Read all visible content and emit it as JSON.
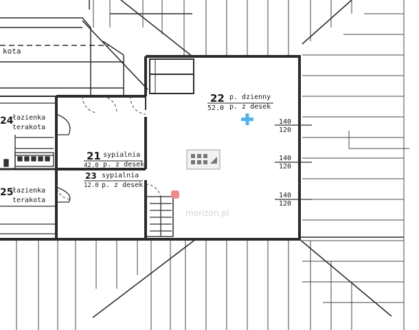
{
  "rooms": [
    {
      "id": "r22",
      "number": "22",
      "name": "p. dzienny",
      "area": "52.0",
      "floor": "p. z desek"
    },
    {
      "id": "r21",
      "number": "21",
      "name": "sypialnia",
      "area": "42.0",
      "floor": "p. z desek"
    },
    {
      "id": "r23",
      "number": "23",
      "name": "sypialnia",
      "area": "12.0",
      "floor": "p. z desek"
    },
    {
      "id": "r24",
      "number": "24",
      "name": "łazienka",
      "floor": "terakota"
    },
    {
      "id": "r25",
      "number": "25",
      "name": "łazienka",
      "floor": "terakota"
    }
  ],
  "top_left_label": "kota",
  "window_dims": [
    {
      "top": "140",
      "bottom": "120"
    },
    {
      "top": "140",
      "bottom": "120"
    },
    {
      "top": "140",
      "bottom": "120"
    }
  ],
  "watermark": "morizon.pl",
  "colors": {
    "accent_cross": "#4fb3e8",
    "marker": "#f08a8a",
    "wall": "#2a2a2a"
  },
  "icons": [
    "plus-icon",
    "marker-icon",
    "watermark-logo-icon"
  ]
}
